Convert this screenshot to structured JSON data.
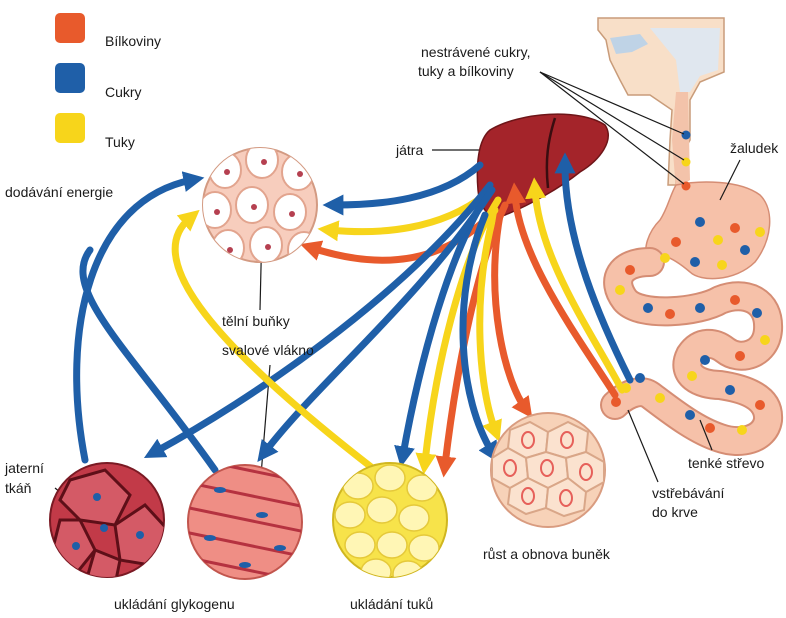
{
  "legend": [
    {
      "label": "Bílkoviny",
      "color": "#e85a2c"
    },
    {
      "label": "Cukry",
      "color": "#1f5fa8"
    },
    {
      "label": "Tuky",
      "color": "#f7d51b"
    }
  ],
  "labels": {
    "undigested_line1": "nestrávené cukry,",
    "undigested_line2": "tuky a bílkoviny",
    "liver": "játra",
    "stomach": "žaludek",
    "energy": "dodávání energie",
    "body_cells": "tělní buňky",
    "muscle_fiber": "svalové vlákno",
    "liver_tissue_line1": "jaterní",
    "liver_tissue_line2": "tkáň",
    "small_intestine": "tenké střevo",
    "absorption_line1": "vstřebávání",
    "absorption_line2": "do krve",
    "growth": "růst a obnova buněk",
    "glycogen": "ukládání glykogenu",
    "fat_storage": "ukládání tuků"
  }
}
